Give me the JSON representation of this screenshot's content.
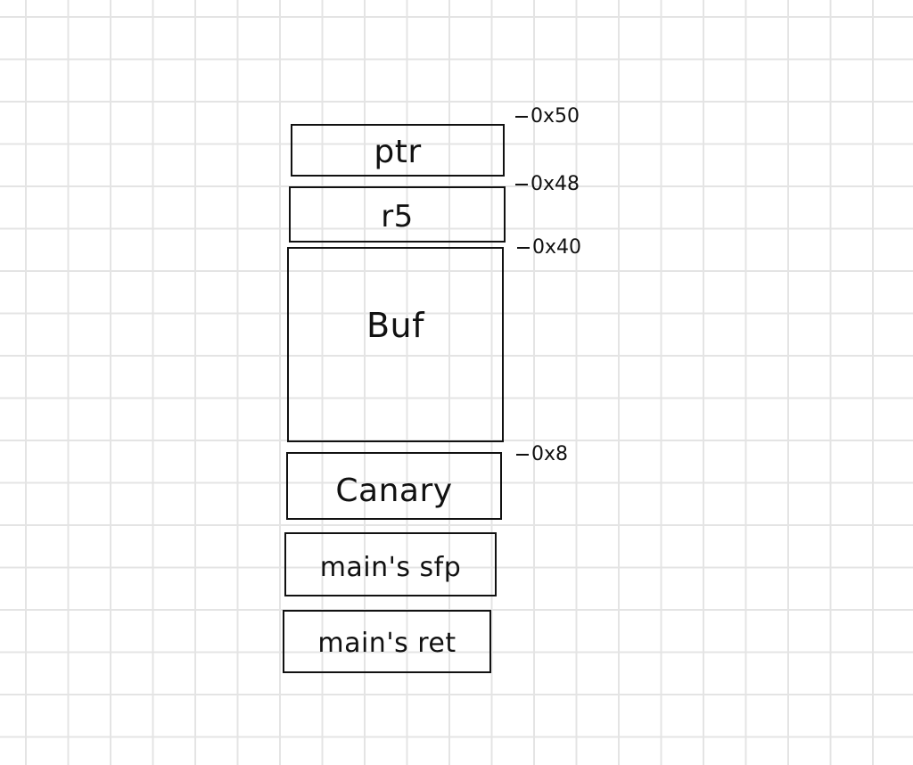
{
  "stack": {
    "frames": [
      {
        "label": "ptr"
      },
      {
        "label": "r5"
      },
      {
        "label": "Buf"
      },
      {
        "label": "Canary"
      },
      {
        "label": "main's sfp"
      },
      {
        "label": "main's ret"
      }
    ]
  },
  "offsets": [
    "0x50",
    "0x48",
    "0x40",
    "0x8"
  ]
}
